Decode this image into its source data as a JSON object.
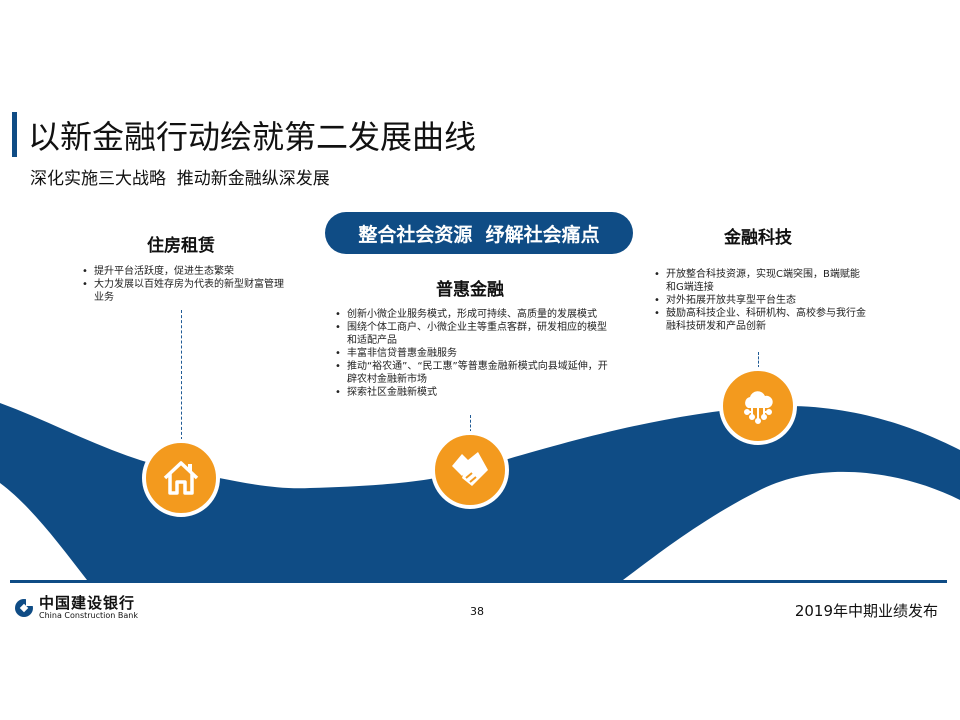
{
  "header": {
    "title": "以新金融行动绘就第二发展曲线",
    "subtitle": "深化实施三大战略  推动新金融纵深发展"
  },
  "banner": "整合社会资源  纾解社会痛点",
  "sections": [
    {
      "heading": "住房租赁",
      "icon": "house-icon",
      "bullets": [
        "提升平台活跃度，促进生态繁荣",
        "大力发展以百姓存房为代表的新型财富管理业务"
      ]
    },
    {
      "heading": "普惠金融",
      "icon": "handshake-icon",
      "bullets": [
        "创新小微企业服务模式，形成可持续、高质量的发展模式",
        "围绕个体工商户、小微企业主等重点客群，研发相应的模型和适配产品",
        "丰富非信贷普惠金融服务",
        "推动“裕农通”、“民工惠”等普惠金融新模式向县域延伸，开辟农村金融新市场",
        "探索社区金融新模式"
      ]
    },
    {
      "heading": "金融科技",
      "icon": "cloud-network-icon",
      "bullets": [
        "开放整合科技资源，实现C端突围，B端赋能和G端连接",
        "对外拓展开放共享型平台生态",
        "鼓励高科技企业、科研机构、高校参与我行金融科技研发和产品创新"
      ]
    }
  ],
  "footer": {
    "logo_cn": "中国建设银行",
    "logo_en": "China Construction Bank",
    "page": "38",
    "right": "2019年中期业绩发布"
  },
  "colors": {
    "brand_blue": "#0f4c85",
    "orange": "#f39a1e"
  }
}
